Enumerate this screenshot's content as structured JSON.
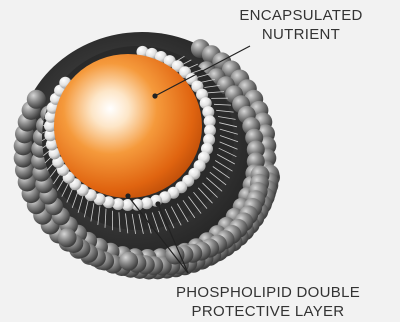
{
  "labels": {
    "top_line1": "ENCAPSULATED",
    "top_line2": "NUTRIENT",
    "bottom_line1": "PHOSPHOLIPID DOUBLE",
    "bottom_line2": "PROTECTIVE LAYER"
  },
  "colors": {
    "background": "#f2f2f2",
    "label_text": "#333333",
    "outer_sphere": "#8a8a8a",
    "inner_sphere": "#e8e8e8",
    "core": "#f07a1e",
    "leader_line": "#222222"
  }
}
